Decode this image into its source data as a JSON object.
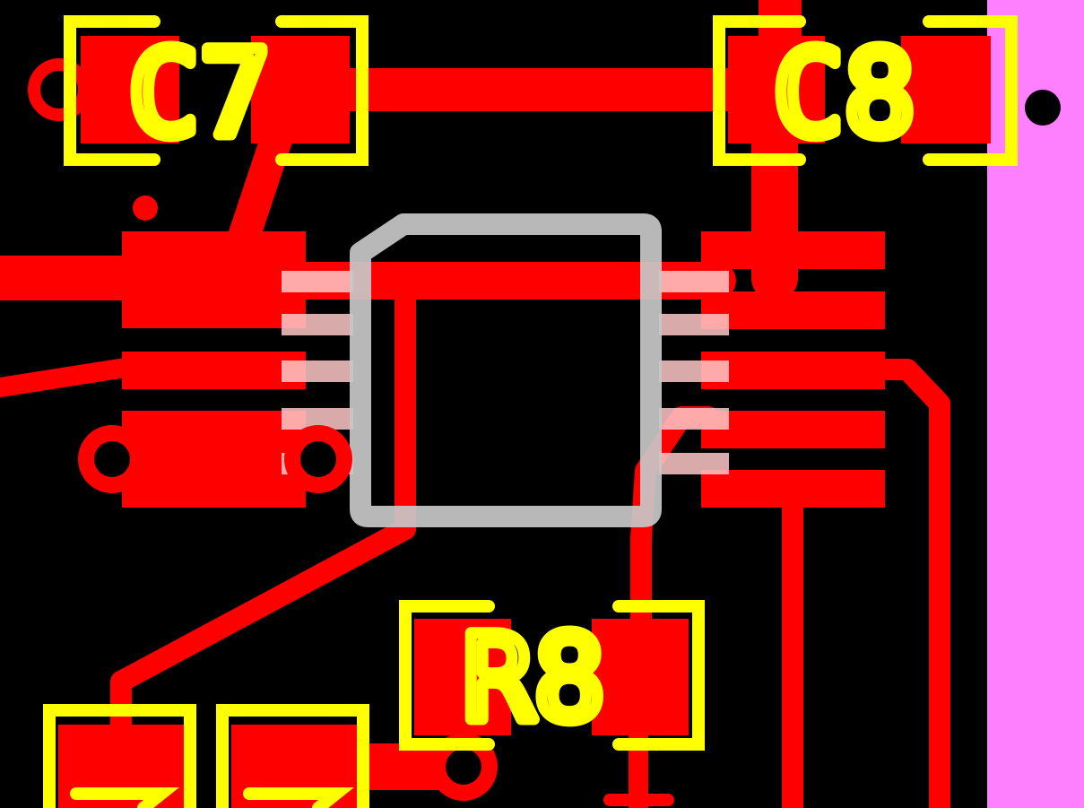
{
  "colors": {
    "background": "#000000",
    "copper": "#ff0000",
    "silkscreen": "#ffff00",
    "courtyard": "#c8c8c8",
    "board_edge": "#ff80ff",
    "drill": "#000000"
  },
  "components": {
    "c7": {
      "designator": "C7"
    },
    "c8": {
      "designator": "C8"
    },
    "r8": {
      "designator": "R8"
    },
    "u_ic": {
      "designator": ""
    }
  }
}
